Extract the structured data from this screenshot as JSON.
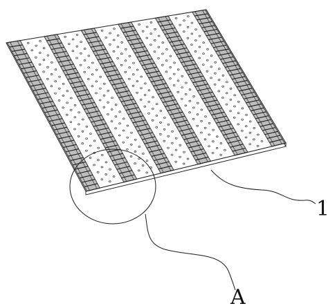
{
  "figure": {
    "colors": {
      "background": "#ffffff",
      "line": "#1a1a1a",
      "strip_fill": "#bdbdbd",
      "panel_fill": "#ffffff",
      "hole_fill": "#ffffff"
    },
    "plate": {
      "strip_count": 6,
      "teeth_per_strip": 34,
      "dot_rows": 20,
      "dot_cols_per_gap": 3
    },
    "callouts": [
      {
        "id": "plate",
        "label": "1"
      },
      {
        "id": "detail",
        "label": "A"
      }
    ]
  }
}
